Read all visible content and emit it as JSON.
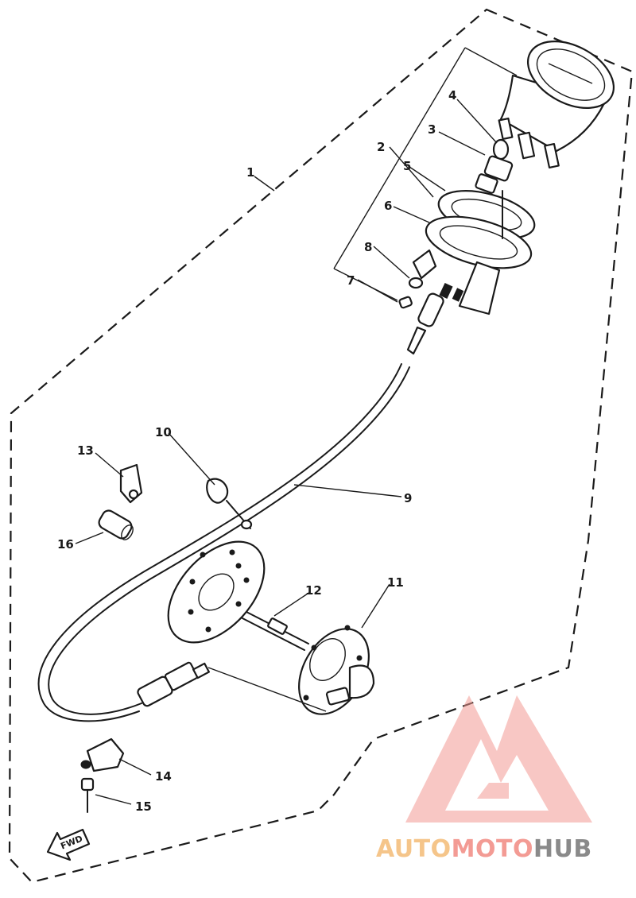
{
  "callouts": [
    {
      "id": "1",
      "label": "1"
    },
    {
      "id": "2",
      "label": "2"
    },
    {
      "id": "3",
      "label": "3"
    },
    {
      "id": "4",
      "label": "4"
    },
    {
      "id": "5",
      "label": "5"
    },
    {
      "id": "6",
      "label": "6"
    },
    {
      "id": "7",
      "label": "7"
    },
    {
      "id": "8",
      "label": "8"
    },
    {
      "id": "9",
      "label": "9"
    },
    {
      "id": "10",
      "label": "10"
    },
    {
      "id": "11",
      "label": "11"
    },
    {
      "id": "12",
      "label": "12"
    },
    {
      "id": "13",
      "label": "13"
    },
    {
      "id": "14",
      "label": "14"
    },
    {
      "id": "15",
      "label": "15"
    },
    {
      "id": "16",
      "label": "16"
    }
  ],
  "direction_arrow": {
    "label": "FWD"
  },
  "watermark": {
    "part1": "AUTO",
    "part2": "MOTO",
    "part3": "HUB",
    "color_auto": "#f5c58a",
    "color_moto": "#f39b94",
    "color_hub": "#8a8a8a",
    "logo_color": "#f39b94"
  }
}
